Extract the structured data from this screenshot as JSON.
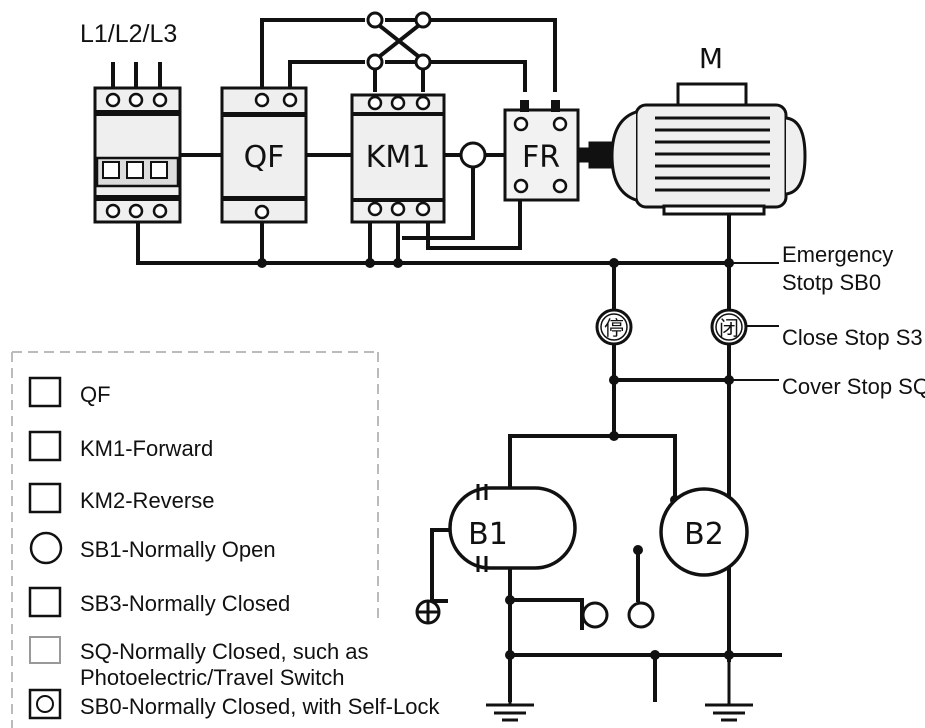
{
  "supply_label": "L1/L2/L3",
  "motor_label": "M",
  "components": {
    "qf": "QF",
    "km1": "KM1",
    "fr": "FR",
    "b1": "B1",
    "b2": "B2"
  },
  "button_glyphs": {
    "stop": "停",
    "close": "闭"
  },
  "annotations": {
    "emergency_line1": "Emergency",
    "emergency_line2": "Stotp SB0",
    "close_stop": "Close Stop S3",
    "cover_stop": "Cover Stop SQ"
  },
  "legend": [
    {
      "symbol": "square",
      "label": "QF"
    },
    {
      "symbol": "square",
      "label": "KM1-Forward"
    },
    {
      "symbol": "square",
      "label": "KM2-Reverse"
    },
    {
      "symbol": "circle",
      "label": "SB1-Normally Open"
    },
    {
      "symbol": "square",
      "label": "SB3-Normally Closed"
    },
    {
      "symbol": "square-light",
      "label_line1": "SQ-Normally Closed, such as",
      "label_line2": "Photoelectric/Travel Switch"
    },
    {
      "symbol": "ring-in-square",
      "label": "SB0-Normally Closed, with Self-Lock"
    }
  ],
  "colors": {
    "line": "#111111",
    "background": "#ffffff",
    "component_fill": "#eeeeee",
    "legend_border": "#bbbbbb"
  }
}
